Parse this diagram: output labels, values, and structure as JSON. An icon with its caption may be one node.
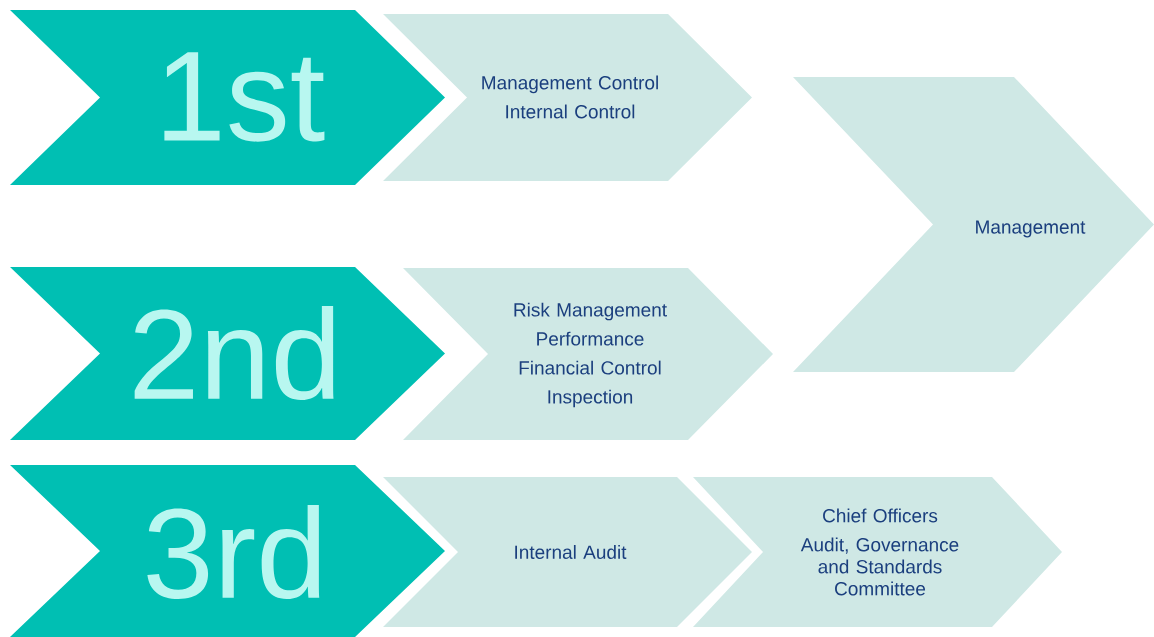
{
  "diagram": {
    "nodes": [
      {
        "text": [
          "1st"
        ]
      },
      {
        "text": [
          "Management Control",
          "Internal Control"
        ]
      },
      {
        "text": [
          "Management"
        ]
      },
      {
        "text": [
          "2nd"
        ]
      },
      {
        "text": [
          "Risk Management",
          "Performance",
          "Financial Control",
          "Inspection"
        ]
      },
      {
        "text": [
          "3rd"
        ]
      },
      {
        "text": [
          "Internal Audit"
        ]
      },
      {
        "text": [
          "Chief Officers",
          "Audit, Governance and Standards Committee"
        ]
      }
    ]
  }
}
